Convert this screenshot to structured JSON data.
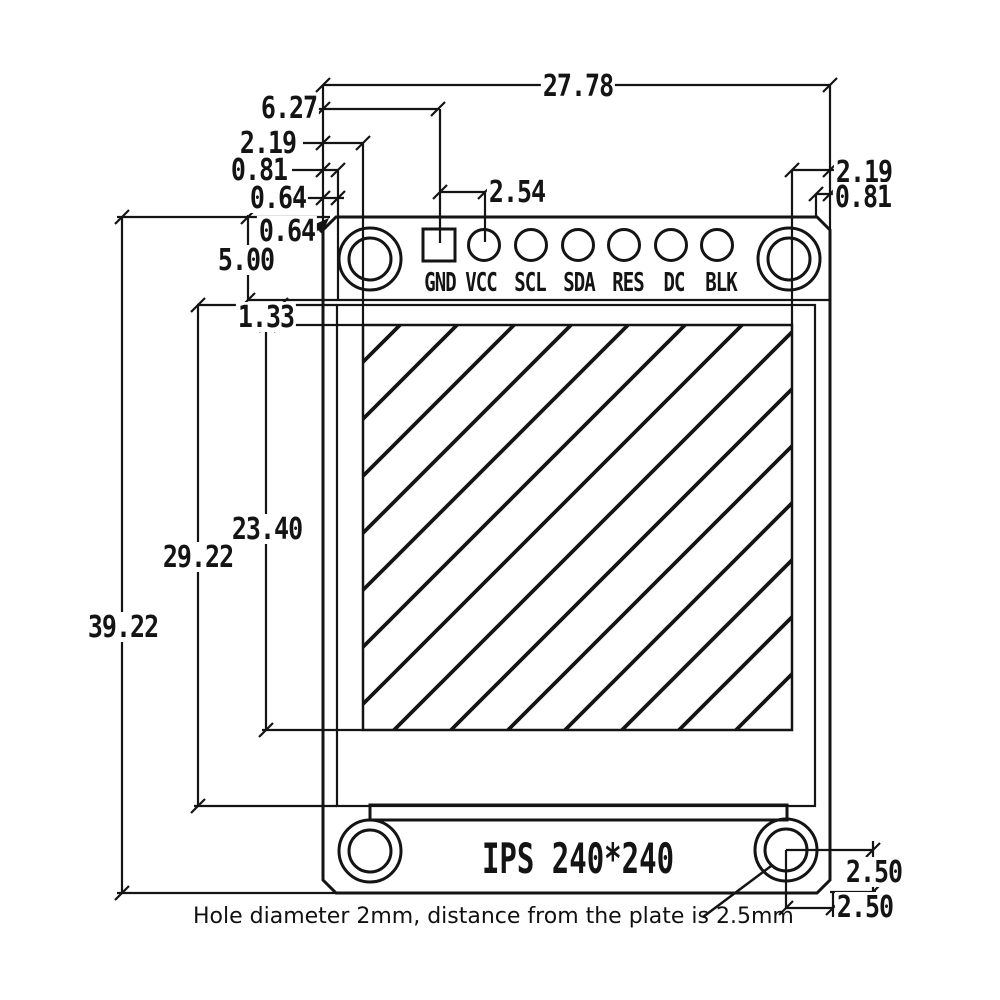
{
  "drawing": {
    "title": "IPS 240*240",
    "note": "Hole diameter 2mm, distance from the plate is 2.5mm",
    "pins": {
      "labels": [
        "GND",
        "VCC",
        "SCL",
        "SDA",
        "RES",
        "DC",
        "BLK"
      ]
    },
    "dimensions": {
      "total_width": "27.78",
      "pin1_offset": "6.27",
      "active_left_offset": "2.19",
      "glass_left_offset": "0.81",
      "edge_gap_a": "0.64",
      "edge_gap_b": "0.64",
      "header_height": "5.00",
      "pin_pitch": "2.54",
      "active_top_gap": "1.33",
      "active_height": "23.40",
      "glass_height": "29.22",
      "total_height": "39.22",
      "active_right_offset": "2.19",
      "glass_right_offset": "0.81",
      "hole_bottom_offset": "2.50",
      "hole_right_offset": "2.50"
    },
    "colors": {
      "line": "#141414",
      "background": "#ffffff"
    }
  }
}
